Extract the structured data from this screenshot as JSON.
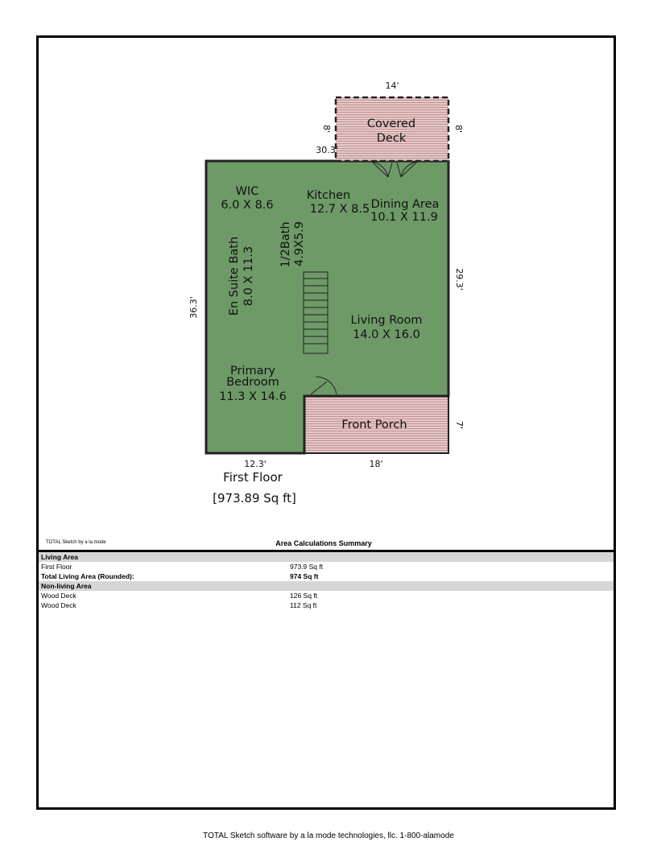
{
  "floor_plan": {
    "rooms": {
      "wic": {
        "name": "WIC",
        "size": "6.0 X 8.6"
      },
      "kitchen": {
        "name": "Kitchen",
        "size": "12.7 X 8.5"
      },
      "dining": {
        "name": "Dining Area",
        "size": "10.1 X 11.9"
      },
      "half_bath": {
        "name": "1/2Bath",
        "size": "4.9X5.9"
      },
      "en_suite": {
        "name": "En Suite Bath",
        "size": "8.0 X 11.3"
      },
      "living": {
        "name": "Living Room",
        "size": "14.0 X 16.0"
      },
      "primary_line1": "Primary",
      "primary_line2": "Bedroom",
      "primary_size": "11.3 X 14.6",
      "front_porch": "Front Porch",
      "covered_deck_line1": "Covered",
      "covered_deck_line2": "Deck"
    },
    "dimensions": {
      "deck_top": "14'",
      "deck_left": "8'",
      "deck_right": "8'",
      "deck_offset": "30.3'",
      "right_side": "29.3'",
      "left_side": "36.3'",
      "porch_side": "7'",
      "bottom_left": "12.3'",
      "bottom_right": "18'"
    },
    "floor_title": "First Floor",
    "floor_area": "[973.89 Sq ft]",
    "colors": {
      "living": "#6e9a68",
      "porch": "#d9b5b5"
    }
  },
  "summary": {
    "software_note": "TOTAL Sketch by a la mode",
    "title": "Area Calculations Summary",
    "living_header": "Living Area",
    "first_floor_label": "First Floor",
    "first_floor_value": "973.9 Sq ft",
    "total_label": "Total Living Area (Rounded):",
    "total_value": "974 Sq ft",
    "nonliving_header": "Non-living Area",
    "deck1_label": "Wood Deck",
    "deck1_value": "126 Sq ft",
    "deck2_label": "Wood Deck",
    "deck2_value": "112 Sq ft"
  },
  "footer": "TOTAL Sketch software by a la mode technologies, llc. 1-800-alamode"
}
